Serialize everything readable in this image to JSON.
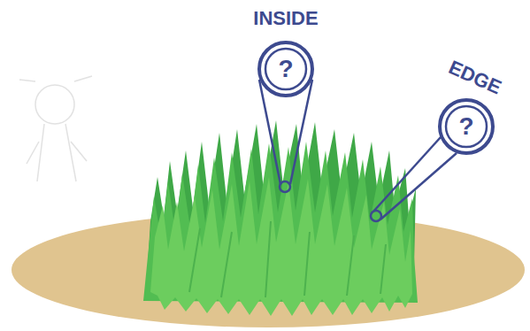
{
  "diagram": {
    "nodes": [
      {
        "text": [
          "INSIDE",
          "?"
        ]
      },
      {
        "text": [
          "EDGE",
          "?"
        ]
      }
    ]
  }
}
